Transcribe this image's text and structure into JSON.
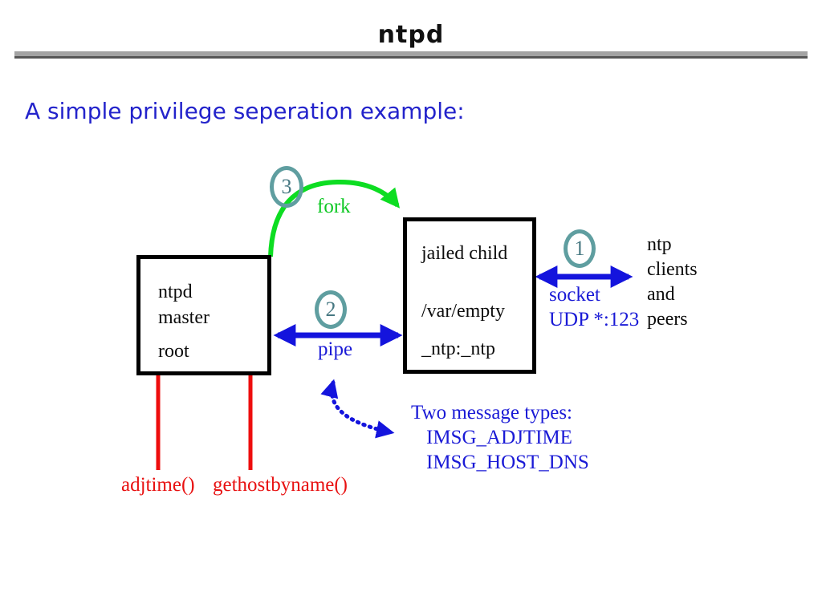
{
  "slide": {
    "title": "ntpd",
    "heading": "A simple privilege seperation example:"
  },
  "diagram": {
    "master_box": {
      "lines": [
        "ntpd",
        "master",
        "root"
      ]
    },
    "child_box": {
      "lines": [
        "jailed child",
        "/var/empty",
        "_ntp:_ntp"
      ]
    },
    "steps": {
      "one": "1",
      "two": "2",
      "three": "3"
    },
    "labels": {
      "fork": "fork",
      "pipe": "pipe",
      "socket": "socket",
      "udp": "UDP *:123"
    },
    "peers": {
      "lines": [
        "ntp",
        "clients",
        "and",
        "peers"
      ]
    },
    "messages": {
      "title": "Two message types:",
      "items": [
        "IMSG_ADJTIME",
        "IMSG_HOST_DNS"
      ]
    },
    "syscalls": {
      "adjtime": "adjtime()",
      "gethostbyname": "gethostbyname()"
    },
    "colors": {
      "arrow_blue": "#1414dd",
      "text_blue": "#1a1ad6",
      "green": "#0ddd22",
      "red": "#ee0d0d",
      "ring_teal": "#5f9ea0",
      "box_border": "#000000",
      "rule_gray": "#a3a3a3"
    }
  }
}
